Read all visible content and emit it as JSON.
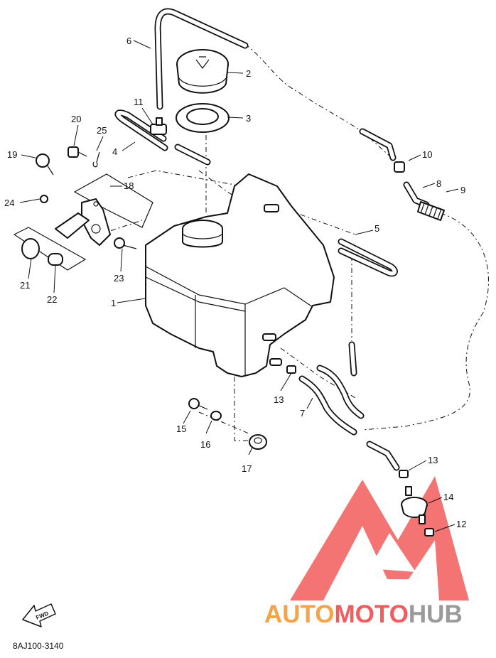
{
  "diagram_code": "8AJ100-3140",
  "fwd_label": "FWD",
  "watermark": {
    "part1": "AUTO",
    "part2": "MOTO",
    "part3": "HUB",
    "color_red": "#f25c5c",
    "color_orange": "#f4a347",
    "color_gray": "#9a9a9a"
  },
  "callouts": [
    {
      "id": "c1",
      "label": "1"
    },
    {
      "id": "c2",
      "label": "2"
    },
    {
      "id": "c3",
      "label": "3"
    },
    {
      "id": "c4",
      "label": "4"
    },
    {
      "id": "c5",
      "label": "5"
    },
    {
      "id": "c6",
      "label": "6"
    },
    {
      "id": "c7",
      "label": "7"
    },
    {
      "id": "c8",
      "label": "8"
    },
    {
      "id": "c9",
      "label": "9"
    },
    {
      "id": "c10",
      "label": "10"
    },
    {
      "id": "c11",
      "label": "11"
    },
    {
      "id": "c12",
      "label": "12"
    },
    {
      "id": "c13a",
      "label": "13"
    },
    {
      "id": "c13b",
      "label": "13"
    },
    {
      "id": "c14",
      "label": "14"
    },
    {
      "id": "c15",
      "label": "15"
    },
    {
      "id": "c16",
      "label": "16"
    },
    {
      "id": "c17",
      "label": "17"
    },
    {
      "id": "c18",
      "label": "18"
    },
    {
      "id": "c19",
      "label": "19"
    },
    {
      "id": "c20",
      "label": "20"
    },
    {
      "id": "c21",
      "label": "21"
    },
    {
      "id": "c22",
      "label": "22"
    },
    {
      "id": "c23",
      "label": "23"
    },
    {
      "id": "c24",
      "label": "24"
    },
    {
      "id": "c25",
      "label": "25"
    }
  ]
}
